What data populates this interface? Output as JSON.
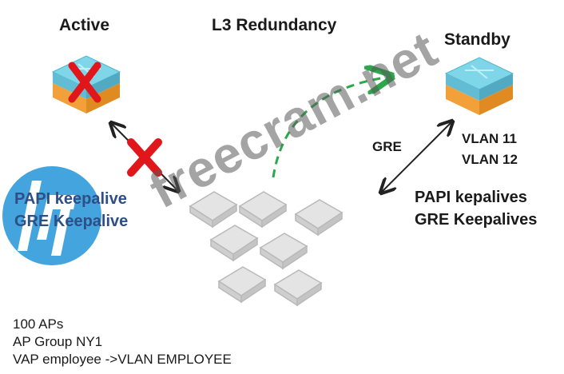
{
  "header": {
    "active_label": "Active",
    "title": "L3 Redundancy",
    "standby_label": "Standby"
  },
  "standby": {
    "vlan_1": "VLAN 11",
    "vlan_2": "VLAN 12",
    "tunnel_label": "GRE",
    "keepalive_1": "PAPI kepalives",
    "keepalive_2": "GRE Keepalives"
  },
  "active": {
    "keepalive_1": "PAPI keepalive",
    "keepalive_2": "GRE Keepalive"
  },
  "ap_info": {
    "line_1": "100 APs",
    "line_2": "AP Group NY1",
    "line_3": "VAP employee ->VLAN EMPLOYEE"
  },
  "watermark": "freecram.net",
  "colors": {
    "switch_top": "#7fd6e8",
    "switch_side": "#f2a03a",
    "failure_x": "#e0161b",
    "dashed_arrow": "#2aa84a",
    "hp_logo": "#3aa0dc",
    "ap_body": "#e4e4e4"
  },
  "icons": [
    "controller-switch-icon",
    "failure-x-icon",
    "access-point-icon",
    "hp-logo-icon"
  ]
}
